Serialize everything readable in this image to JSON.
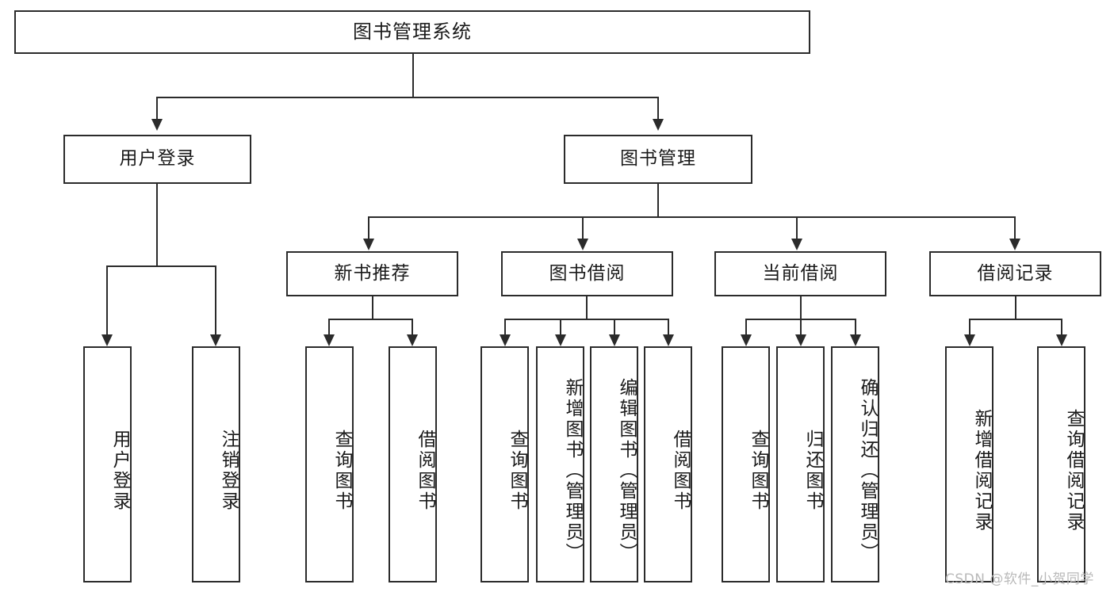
{
  "diagram": {
    "title": "图书管理系统",
    "type": "hierarchy-tree",
    "levels": 4,
    "root": {
      "label": "图书管理系统"
    },
    "level2": [
      {
        "label": "用户登录"
      },
      {
        "label": "图书管理"
      }
    ],
    "level3": [
      {
        "label": "新书推荐"
      },
      {
        "label": "图书借阅"
      },
      {
        "label": "当前借阅"
      },
      {
        "label": "借阅记录"
      }
    ],
    "leaves": {
      "user_login": [
        {
          "label": "用户登录"
        },
        {
          "label": "注销登录"
        }
      ],
      "new_book_recommend": [
        {
          "label": "查询图书"
        },
        {
          "label": "借阅图书"
        }
      ],
      "book_borrow": [
        {
          "label": "查询图书"
        },
        {
          "label": "新增图书（管理员）"
        },
        {
          "label": "编辑图书（管理员）"
        },
        {
          "label": "借阅图书"
        }
      ],
      "current_borrow": [
        {
          "label": "查询图书"
        },
        {
          "label": "归还图书"
        },
        {
          "label": "确认归还（管理员）"
        }
      ],
      "borrow_record": [
        {
          "label": "新增借阅记录"
        },
        {
          "label": "查询借阅记录"
        }
      ]
    }
  },
  "watermark": {
    "text": "CSDN @软件_小贺同学"
  },
  "colors": {
    "stroke": "#2b2b2b",
    "background": "#ffffff",
    "text": "#1a1a1a",
    "watermark": "#b9b9b9"
  }
}
